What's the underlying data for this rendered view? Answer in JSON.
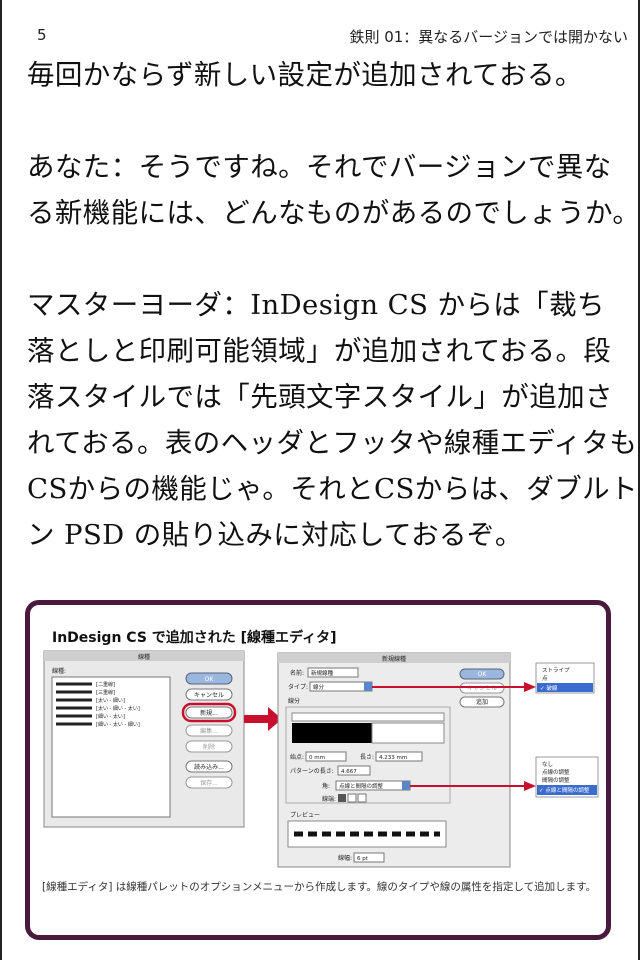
{
  "header": {
    "page_number": "5",
    "running_title": "鉄則 01：異なるバージョンでは開かない"
  },
  "body": {
    "lines_block1": [
      "毎回かならず新しい設定が追加されておる。"
    ],
    "lines_block2": [
      "あなた：そうですね。それでバージョンで異な",
      "る新機能には、どんなものがあるのでしょうか。"
    ],
    "lines_block3": [
      "マスターヨーダ：InDesign CS からは「裁ち",
      "落としと印刷可能領域」が追加されておる。段",
      "落スタイルでは「先頭文字スタイル」が追加さ",
      "れておる。表のヘッダとフッタや線種エディタも",
      "CSからの機能じゃ。それとCSからは、ダブルトー",
      "ン PSD の貼り込みに対応しておるぞ。"
    ]
  },
  "figure": {
    "title": "InDesign CS で追加された [線種エディタ]",
    "caption": "[線種エディタ] は線種パレットのオプションメニューから作成します。線のタイプや線の属性を指定して追加します。",
    "dialog1": {
      "title": "線種",
      "list_label": "線種:",
      "list_items": [
        "[二重線]",
        "[三重線]",
        "[太い - 細い]",
        "[太い - 細い - 太い]",
        "[細い - 太い]",
        "[細い - 太い - 細い]"
      ],
      "buttons": [
        "OK",
        "キャンセル",
        "新規...",
        "編集...",
        "削除",
        "読み込み...",
        "保存..."
      ]
    },
    "dialog2": {
      "title": "新規線種",
      "name_label": "名前:",
      "name_value": "新規線種",
      "type_label": "タイプ:",
      "type_value": "線分",
      "section_label": "線分",
      "start_label": "始点:",
      "start_value": "0 mm",
      "length_label": "長さ:",
      "length_value": "4.233 mm",
      "pattern_label": "パターンの長さ:",
      "pattern_value": "4.667",
      "corner_label": "角:",
      "corner_value": "点線と間隔の調整",
      "cap_label": "線端:",
      "preview_label": "プレビュー",
      "weight_label": "線幅:",
      "weight_value": "6 pt",
      "buttons": [
        "OK",
        "キャンセル",
        "追加"
      ]
    },
    "popup1": {
      "items": [
        "ストライプ",
        "点",
        "✓ 破線"
      ]
    },
    "popup2": {
      "items": [
        "なし",
        "点線の調整",
        "間隔の調整",
        "✓ 点線と間隔の調整"
      ]
    },
    "arrow_color": "#c8102e",
    "frame_color": "#4a1a3e"
  }
}
